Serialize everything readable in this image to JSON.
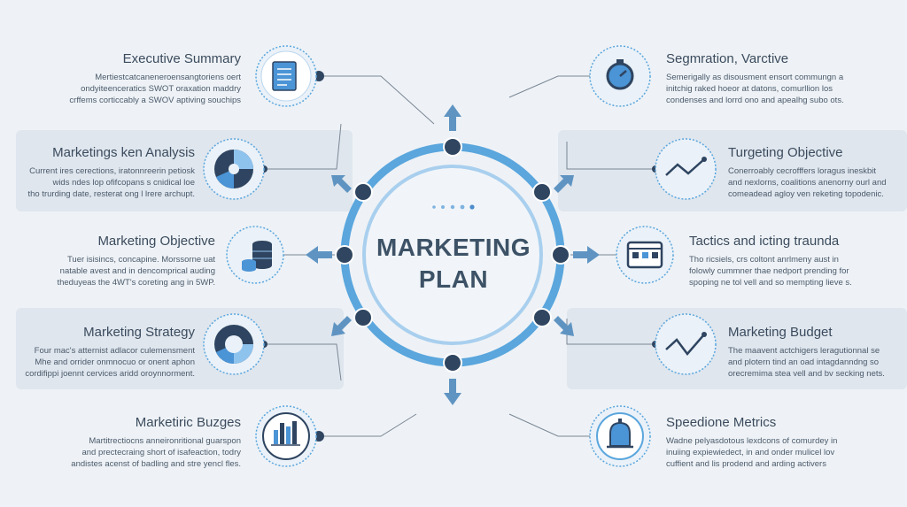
{
  "center": {
    "line1": "MARKETING",
    "line2": "PLAN"
  },
  "items": {
    "executive_summary": {
      "title": "Executive Summary",
      "lines": [
        "Mertiestcatcaneneroensangtoriens oert",
        "ondyiteenceratics SWOT oraxation maddry",
        "crffems corticcably a SWOV aptiving souchips"
      ],
      "icon": "document-icon"
    },
    "market_analysis": {
      "title": "Marketings ken Analysis",
      "lines": [
        "Current ires cerections, iratonnreerin petiosk",
        "wids ndes lop ofifcopans s cnidical loe",
        "tho trurding date, resterat ong l lrere archupt."
      ],
      "icon": "pie-chart-icon"
    },
    "marketing_objective": {
      "title": "Marketing Objective",
      "lines": [
        "Tuer isisincs, concapine. Morssorne uat",
        "natable avest and in dencomprical auding",
        "theduyeas the 4WT's coreting ang in 5WP."
      ],
      "icon": "coins-icon"
    },
    "marketing_strategy": {
      "title": "Marketing Strategy",
      "lines": [
        "Four mac's atternist adlacor culemensment",
        "Mhe and orrider onmnocuo or onent aphon",
        "cordifippi joennt cervices aridd oroynnorment."
      ],
      "icon": "donut-chart-icon"
    },
    "marketing_budgets": {
      "title": "Marketiric Buzges",
      "lines": [
        "Martitrectiocns anneironritional guarspon",
        "and prectecraing short of isafeaction, todry",
        "andistes acenst of badling and stre yencl fles."
      ],
      "icon": "bar-chart-icon"
    },
    "segmentation": {
      "title": "Segmration, Varctive",
      "lines": [
        "Semerigally as disousment ensort commungn a",
        "initchig raked hoeor at datons, comurllion los",
        "condenses and lorrd ono and apealhg subo ots."
      ],
      "icon": "gauge-icon"
    },
    "targeting_objective": {
      "title": "Turgeting Objective",
      "lines": [
        "Conerroably cecrofffers loragus ineskbit",
        "and nexlorns, coalitions anenorny ourl and",
        "comeadead agloy ven reketing topodenic."
      ],
      "icon": "trend-line-icon"
    },
    "tactics": {
      "title": "Tactics and icting traunda",
      "lines": [
        "Tho ricsiels, crs coltont anrlmeny aust in",
        "folowly cummner thae nedport prending for",
        "spoping ne tol vell and so mempting lieve s."
      ],
      "icon": "calculator-icon"
    },
    "marketing_budget": {
      "title": "Marketing Budget",
      "lines": [
        "The maavent actchigers leragutionnal se",
        "and plotern tind an oad intagdanndng so",
        "orecremima stea vell and bv secking nets."
      ],
      "icon": "line-chart-icon"
    },
    "metrics": {
      "title": "Speedione Metrics",
      "lines": [
        "Wadne pelyasdotous lexdcons of comurdey in",
        "inuiing expiewiedect, in and onder mulicel lov",
        "cuffient and lis prodend and arding activers"
      ],
      "icon": "bell-icon"
    }
  },
  "colors": {
    "ring": "#5aa6dd",
    "ring_inner": "#a9cfee",
    "node": "#2f4560",
    "arrow": "#5f94c2",
    "connector": "#7a8694",
    "icon_blue": "#4b94d6",
    "icon_dark": "#2e4460"
  }
}
